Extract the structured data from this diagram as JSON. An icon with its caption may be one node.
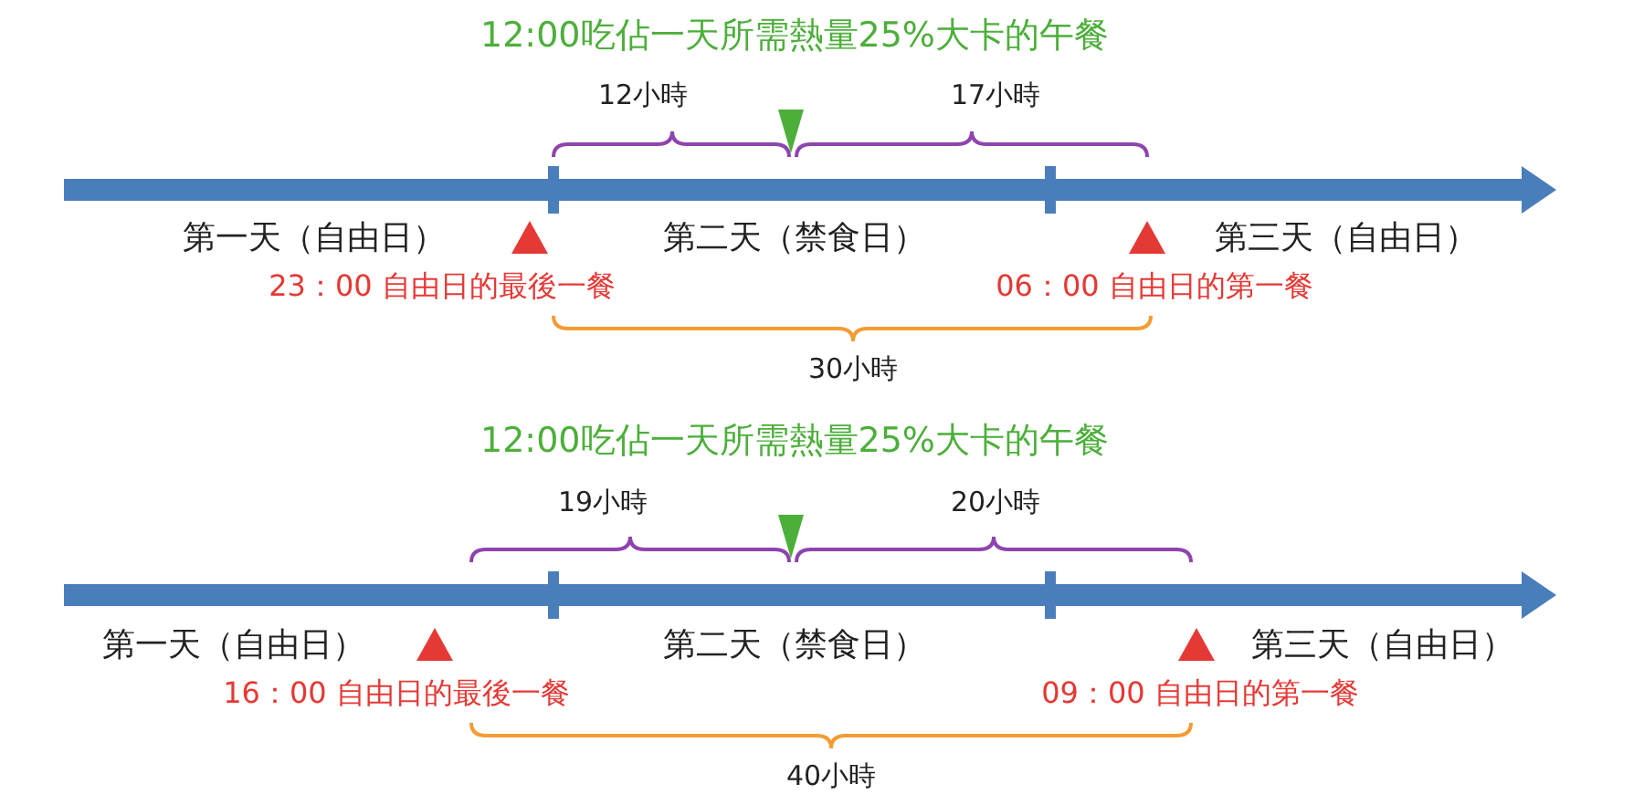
{
  "diagram": {
    "labels": [
      "12:00吃佔一天所需熱量25%大卡的午餐",
      "12小時",
      "17小時",
      "第一天（自由日）",
      "第二天（禁食日）",
      "第三天（自由日）",
      "23：00 自由日的最後一餐",
      "06：00 自由日的第一餐",
      "30小時",
      "12:00吃佔一天所需熱量25%大卡的午餐",
      "19小時",
      "20小時",
      "第一天（自由日）",
      "第二天（禁食日）",
      "第三天（自由日）",
      "16：00 自由日的最後一餐",
      "09：00 自由日的第一餐",
      "40小時"
    ]
  }
}
